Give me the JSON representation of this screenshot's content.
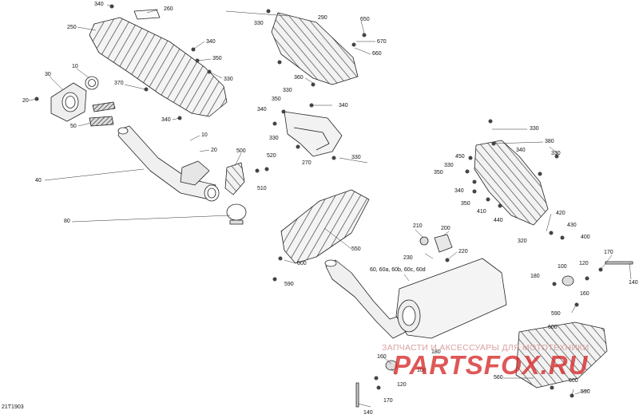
{
  "diagram": {
    "id": "21T1903",
    "watermark": {
      "text": "ЗАПЧАСТИ И АКСЕССУАРЫ ДЛЯ МОТОТЕХНИКИ",
      "logo": "PARTSFOX.RU"
    },
    "callouts": [
      {
        "label": "340"
      },
      {
        "label": "260"
      },
      {
        "label": "250"
      },
      {
        "label": "10"
      },
      {
        "label": "30"
      },
      {
        "label": "20"
      },
      {
        "label": "370"
      },
      {
        "label": "340"
      },
      {
        "label": "350"
      },
      {
        "label": "330"
      },
      {
        "label": "340"
      },
      {
        "label": "50"
      },
      {
        "label": "10"
      },
      {
        "label": "20"
      },
      {
        "label": "40"
      },
      {
        "label": "500"
      },
      {
        "label": "520"
      },
      {
        "label": "510"
      },
      {
        "label": "80"
      },
      {
        "label": "330"
      },
      {
        "label": "290"
      },
      {
        "label": "650"
      },
      {
        "label": "670"
      },
      {
        "label": "660"
      },
      {
        "label": "360"
      },
      {
        "label": "330"
      },
      {
        "label": "350"
      },
      {
        "label": "340"
      },
      {
        "label": "340"
      },
      {
        "label": "330"
      },
      {
        "label": "270"
      },
      {
        "label": "330"
      },
      {
        "label": "330"
      },
      {
        "label": "380"
      },
      {
        "label": "340"
      },
      {
        "label": "330"
      },
      {
        "label": "450"
      },
      {
        "label": "330"
      },
      {
        "label": "350"
      },
      {
        "label": "340"
      },
      {
        "label": "350"
      },
      {
        "label": "410"
      },
      {
        "label": "440"
      },
      {
        "label": "420"
      },
      {
        "label": "430"
      },
      {
        "label": "400"
      },
      {
        "label": "320"
      },
      {
        "label": "550"
      },
      {
        "label": "600"
      },
      {
        "label": "590"
      },
      {
        "label": "210"
      },
      {
        "label": "200"
      },
      {
        "label": "220"
      },
      {
        "label": "230"
      },
      {
        "label": "60, 60a, 60b, 60c, 60d"
      },
      {
        "label": "170"
      },
      {
        "label": "180"
      },
      {
        "label": "100"
      },
      {
        "label": "120"
      },
      {
        "label": "140"
      },
      {
        "label": "160"
      },
      {
        "label": "590"
      },
      {
        "label": "600"
      },
      {
        "label": "180"
      },
      {
        "label": "160"
      },
      {
        "label": "100"
      },
      {
        "label": "120"
      },
      {
        "label": "560"
      },
      {
        "label": "170"
      },
      {
        "label": "140"
      },
      {
        "label": "600"
      },
      {
        "label": "590"
      }
    ]
  }
}
